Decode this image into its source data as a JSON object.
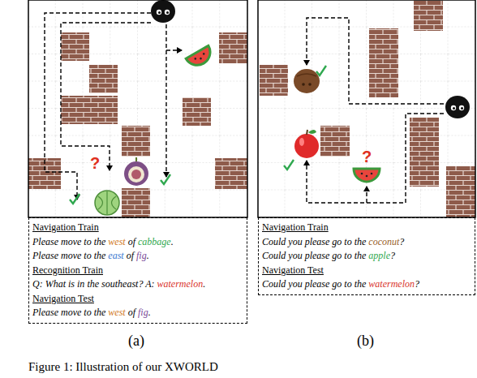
{
  "diagram": {
    "caption": "Figure 1: Illustration of our XWORLD",
    "nodes": [
      {
        "text": [
          "Navigation Train",
          "Please move to the west of cabbage.",
          "Please move to the east of fig.",
          "Recognition Train",
          "Q: What is in the southeast? A: watermelon.",
          "Navigation Test",
          "Please move to the west of fig."
        ]
      },
      {
        "text": [
          "Navigation Train",
          "Could you please go to the coconut?",
          "Could you please go to the apple?",
          "Navigation Test",
          "Could you please go to the watermelon?"
        ]
      }
    ],
    "labels": [
      "?",
      "?",
      "(a)",
      "(b)"
    ]
  }
}
